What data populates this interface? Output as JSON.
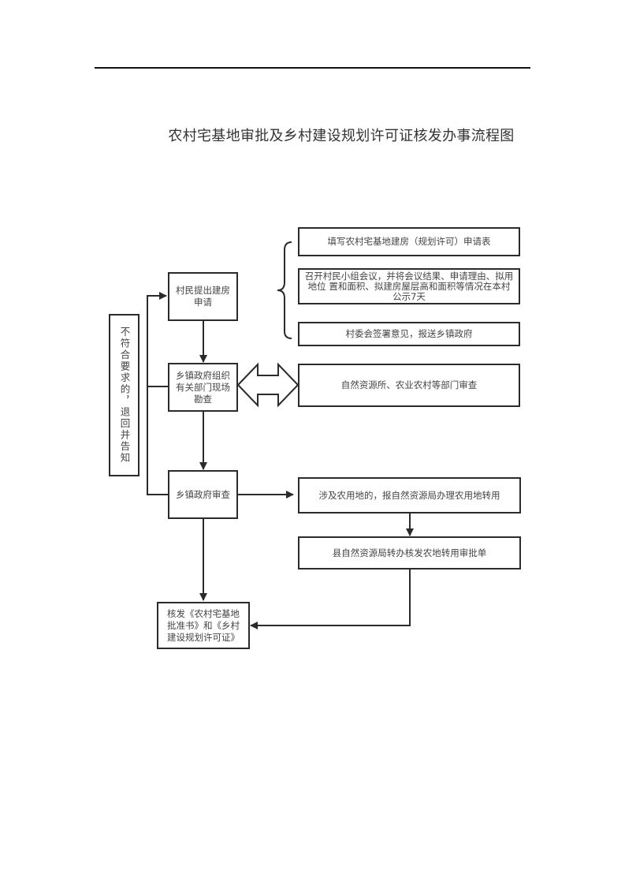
{
  "title": "农村宅基地审批及乡村建设规划许可证核发办事流程图",
  "nodes": {
    "apply": "村民提出建房申请",
    "inspect": "乡镇政府组织有关部门现场勘查",
    "review": "乡镇政府审查",
    "issue": "核发《农村宅基地批准书》和《乡村建设规划许可证》",
    "reject": "不符合要求的，退回并告知",
    "fill_form": "填写农村宅基地建房（规划许可）申请表",
    "meeting": "召开村民小组会议，并将会议结果、申请理由、拟用地位 置和面积、拟建房屋层高和面积等情况在本村公示7天",
    "committee": "村委会签署意见，报送乡镇政府",
    "dept_review": "自然资源所、农业农村等部门审查",
    "farmland": "涉及农用地的，报自然资源局办理农用地转用",
    "county": "县自然资源局转办核发农地转用审批单"
  },
  "colors": {
    "line": "#2b2b2b",
    "text": "#444444"
  }
}
